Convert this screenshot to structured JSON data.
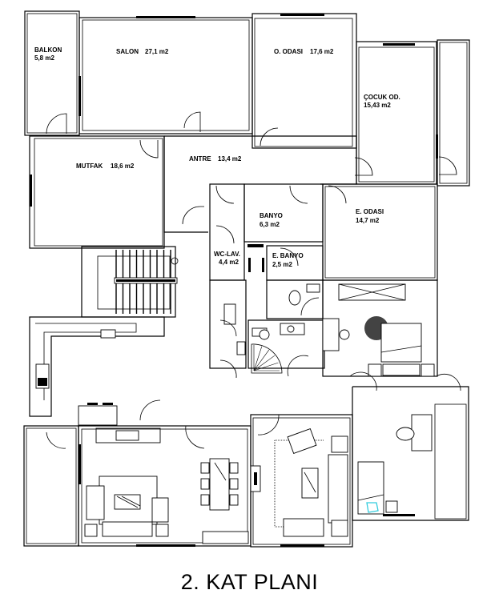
{
  "plan": {
    "title": "2. KAT  PLANI",
    "rooms": [
      {
        "id": "balkon",
        "name": "BALKON",
        "area": "5,8 m2"
      },
      {
        "id": "salon",
        "name": "SALON",
        "area": "27,1 m2"
      },
      {
        "id": "o-odasi",
        "name": "O. ODASI",
        "area": "17,6 m2"
      },
      {
        "id": "cocuk-od",
        "name": "ÇOCUK OD.",
        "area": "15,43 m2"
      },
      {
        "id": "mutfak",
        "name": "MUTFAK",
        "area": "18,6 m2"
      },
      {
        "id": "antre",
        "name": "ANTRE",
        "area": "13,4 m2"
      },
      {
        "id": "banyo",
        "name": "BANYO",
        "area": "6,3 m2"
      },
      {
        "id": "e-odasi",
        "name": "E. ODASI",
        "area": "14,7 m2"
      },
      {
        "id": "wc-lav",
        "name": "WC-LAV.",
        "area": "4,4 m2"
      },
      {
        "id": "e-banyo",
        "name": "E. BANYO",
        "area": "2,5 m2"
      }
    ],
    "colors": {
      "line": "#000000",
      "background": "#ffffff",
      "accent": "#33ccdd"
    }
  }
}
